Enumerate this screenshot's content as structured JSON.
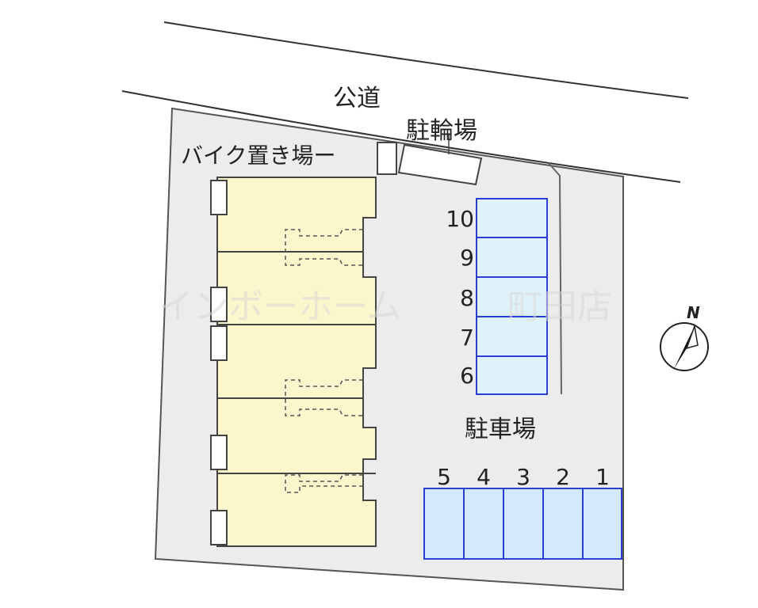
{
  "labels": {
    "road": "公道",
    "bicycle_parking": "駐輪場",
    "bike_area": "バイク置き場ー",
    "car_parking": "駐車場",
    "north": "N"
  },
  "watermark": {
    "left": "インボーホーム",
    "right": "町田店"
  },
  "parking_vertical": [
    "10",
    "9",
    "8",
    "7",
    "6"
  ],
  "parking_horizontal": [
    "5",
    "4",
    "3",
    "2",
    "1"
  ],
  "colors": {
    "lot": "#ececec",
    "building": "#fbf6cb",
    "parking_vertical_fill": "#dff2fb",
    "parking_horizontal_fill": "#d4e9fa",
    "parking_outline": "#2b3fd6",
    "outline": "#333333"
  }
}
